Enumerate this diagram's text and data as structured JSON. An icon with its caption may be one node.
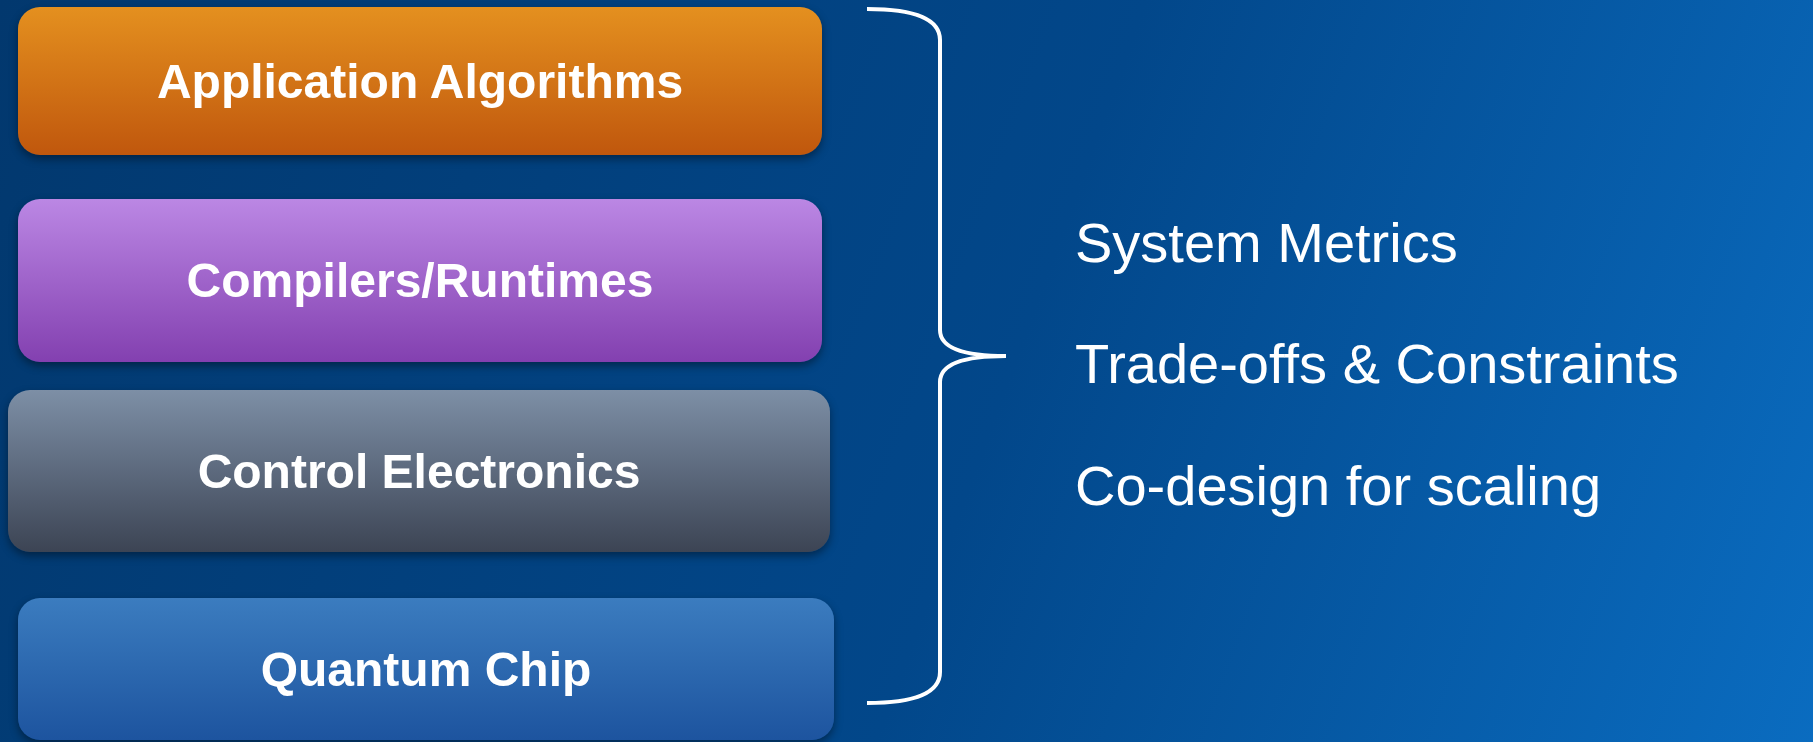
{
  "diagram": {
    "nodes": [
      {
        "text": [
          "Application Algorithms"
        ]
      },
      {
        "text": [
          "Compilers/Runtimes"
        ]
      },
      {
        "text": [
          "Control Electronics"
        ]
      },
      {
        "text": [
          "Quantum Chip"
        ]
      }
    ],
    "labels": [
      "System Metrics",
      "Trade-offs & Constraints",
      "Co-design for scaling"
    ]
  }
}
